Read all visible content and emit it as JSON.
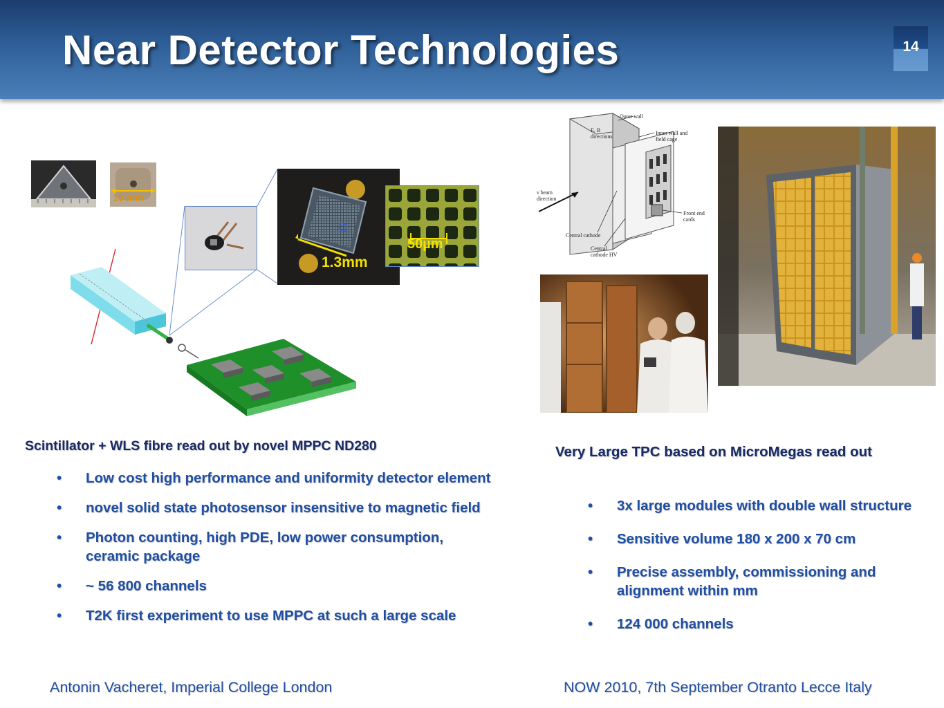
{
  "slide": {
    "title": "Near Detector Technologies",
    "number": "14"
  },
  "left_panel": {
    "heading": "Scintillator + WLS fibre read out by novel MPPC ND280",
    "bullets": [
      "Low cost high performance and uniformity detector element",
      "novel solid state photosensor insensitive to magnetic field",
      "Photon counting, high PDE, low power consumption, ceramic package",
      "~ 56 800 channels",
      "T2K first experiment to use MPPC at such a large scale"
    ],
    "image_labels": {
      "scale_10mm": "10 mm",
      "chip_size": "1.3mm",
      "pixel_pitch": "50µm"
    }
  },
  "right_panel": {
    "heading": "Very Large TPC based on MicroMegas read out",
    "bullets": [
      "3x large modules with double wall structure",
      "Sensitive volume 180 x 200 x 70 cm",
      "Precise assembly, commissioning and alignment within mm",
      "124 000 channels"
    ],
    "diagram_labels": {
      "outer_wall": "Outer wall",
      "eb_line1": "E, B",
      "eb_line2": "directions",
      "inner_wall_line1": "Inner wall and",
      "inner_wall_line2": "field cage",
      "beam_line1": "ν beam",
      "beam_line2": "direction",
      "front_end_line1": "Front end",
      "front_end_line2": "cards",
      "central_cathode": "Central cathode",
      "central_hv_line1": "Central",
      "central_hv_line2": "cathode HV"
    }
  },
  "bullet_char": "•",
  "footer": {
    "left": "Antonin Vacheret, Imperial College London",
    "right": "NOW 2010, 7th September Otranto Lecce Italy"
  },
  "colors": {
    "header_dark": "#1b3d6e",
    "header_light": "#4a7fb8",
    "heading_text": "#172a66",
    "bullet_text": "#1f4ea3"
  }
}
